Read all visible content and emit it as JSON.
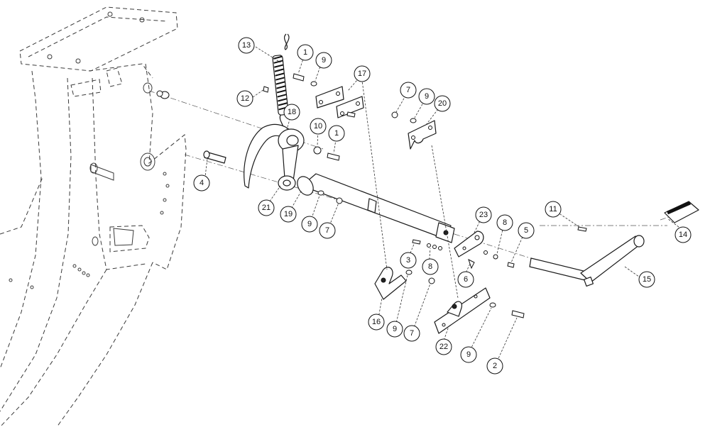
{
  "callouts": [
    {
      "id": "c13",
      "label": "13"
    },
    {
      "id": "c1a",
      "label": "1"
    },
    {
      "id": "c9a",
      "label": "9"
    },
    {
      "id": "c17",
      "label": "17"
    },
    {
      "id": "c12",
      "label": "12"
    },
    {
      "id": "c18",
      "label": "18"
    },
    {
      "id": "c7a",
      "label": "7"
    },
    {
      "id": "c9b",
      "label": "9"
    },
    {
      "id": "c20",
      "label": "20"
    },
    {
      "id": "c10",
      "label": "10"
    },
    {
      "id": "c1b",
      "label": "1"
    },
    {
      "id": "c4",
      "label": "4"
    },
    {
      "id": "c21",
      "label": "21"
    },
    {
      "id": "c19",
      "label": "19"
    },
    {
      "id": "c9c",
      "label": "9"
    },
    {
      "id": "c7b",
      "label": "7"
    },
    {
      "id": "c11",
      "label": "11"
    },
    {
      "id": "c14",
      "label": "14"
    },
    {
      "id": "c23",
      "label": "23"
    },
    {
      "id": "c8a",
      "label": "8"
    },
    {
      "id": "c5",
      "label": "5"
    },
    {
      "id": "c3",
      "label": "3"
    },
    {
      "id": "c8b",
      "label": "8"
    },
    {
      "id": "c6",
      "label": "6"
    },
    {
      "id": "c15",
      "label": "15"
    },
    {
      "id": "c16",
      "label": "16"
    },
    {
      "id": "c9d",
      "label": "9"
    },
    {
      "id": "c7c",
      "label": "7"
    },
    {
      "id": "c22",
      "label": "22"
    },
    {
      "id": "c9e",
      "label": "9"
    },
    {
      "id": "c2",
      "label": "2"
    }
  ]
}
